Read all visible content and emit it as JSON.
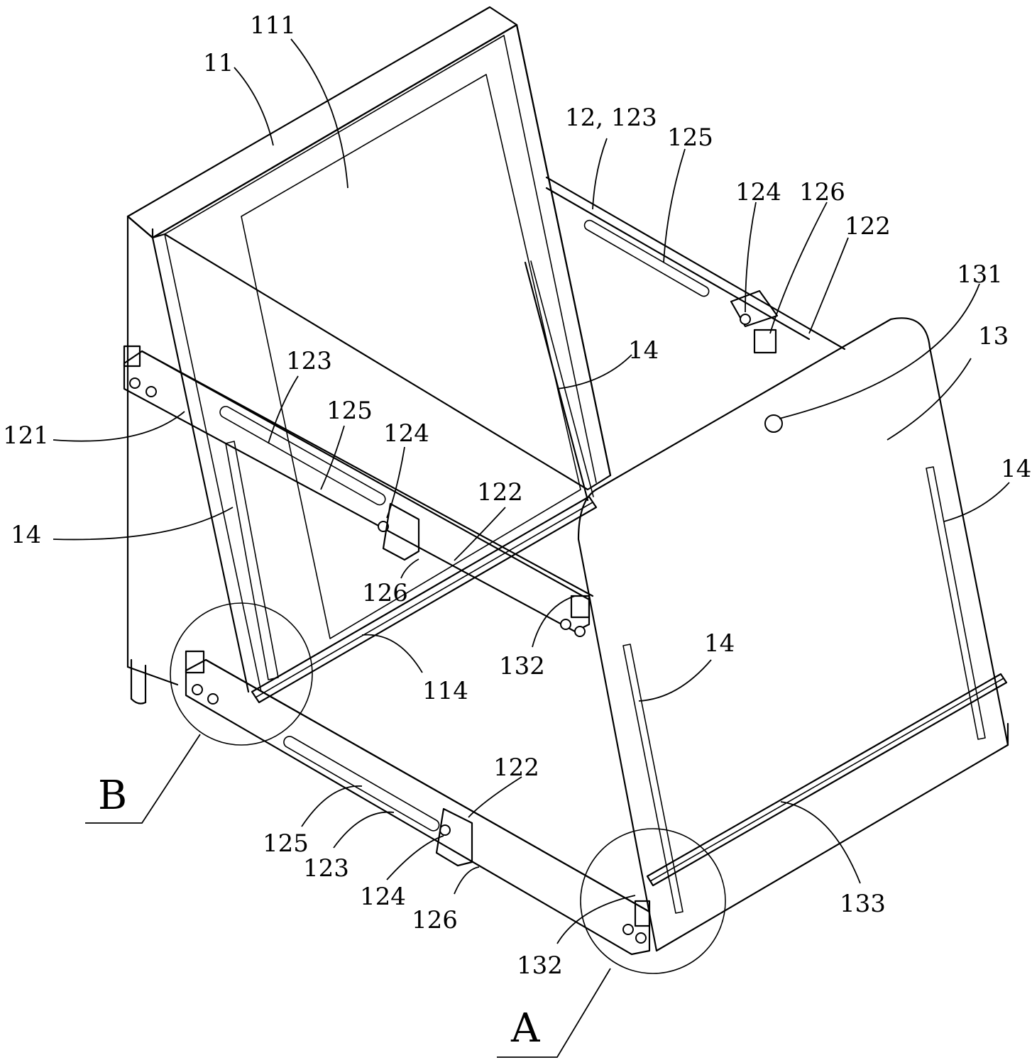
{
  "labels": {
    "l11": "11",
    "l111": "111",
    "l12_123": "12, 123",
    "l125_top": "125",
    "l124_top": "124",
    "l126_top": "126",
    "l122_top": "122",
    "l131": "131",
    "l13": "13",
    "l14_right": "14",
    "l14_center": "14",
    "l123_left": "123",
    "l125_left": "125",
    "l124_left": "124",
    "l122_mid": "122",
    "l121": "121",
    "l14_left": "14",
    "l126_mid": "126",
    "l132_mid": "132",
    "l114": "114",
    "l14_lower": "14",
    "lB": "B",
    "l122_low": "122",
    "l125_low": "125",
    "l123_low": "123",
    "l124_low": "124",
    "l126_low": "126",
    "l132_low": "132",
    "l133": "133",
    "lA": "A"
  }
}
